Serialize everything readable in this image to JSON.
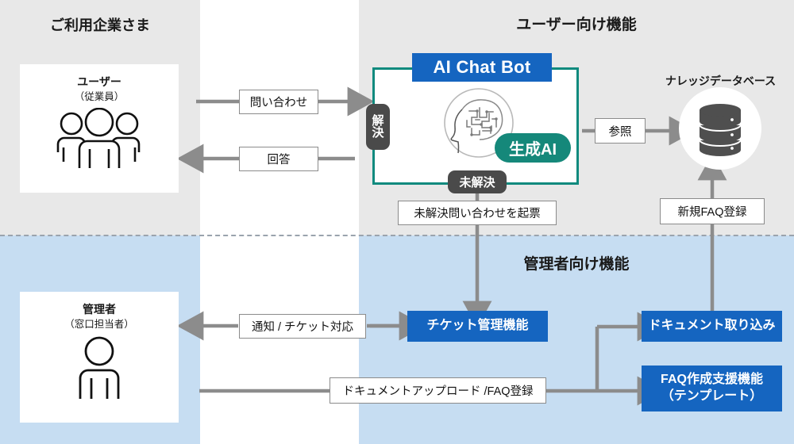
{
  "sections": {
    "client": "ご利用企業さま",
    "user_features": "ユーザー向け機能",
    "admin_features": "管理者向け機能"
  },
  "personas": {
    "user": {
      "name": "ユーザー",
      "sub": "（従業員）",
      "icon": "three-people-icon"
    },
    "admin": {
      "name": "管理者",
      "sub": "（窓口担当者）",
      "icon": "single-person-icon"
    }
  },
  "chatbot": {
    "title": "AI Chat Bot",
    "genai_badge": "生成AI",
    "solved_badge": "解決",
    "solved_badge_chars": [
      "解",
      "決"
    ],
    "unsolved_badge": "未解決",
    "brain_icon": "ai-brain-icon"
  },
  "knowledge_db": {
    "title": "ナレッジデータベース",
    "icon": "database-cylinder-icon"
  },
  "flow_labels": {
    "inquiry": "問い合わせ",
    "answer": "回答",
    "reference": "参照",
    "new_faq_register": "新規FAQ登録",
    "unsolved_ticket": "未解決問い合わせを起票",
    "notify_ticket": "通知 / チケット対応",
    "doc_upload_faq": "ドキュメントアップロード /FAQ登録"
  },
  "admin_boxes": {
    "ticket": "チケット管理機能",
    "doc_ingest": "ドキュメント取り込み",
    "faq_support_line1": "FAQ作成支援機能",
    "faq_support_line2": "（テンプレート）"
  },
  "colors": {
    "brand_blue": "#1565c0",
    "teal": "#0f8a7e",
    "genai_green": "#15887a",
    "band_gray": "#e8e8e8",
    "band_blue": "#c6ddf2",
    "wire_gray": "#8c8c8c",
    "pill_dark": "#4a4a4a"
  }
}
